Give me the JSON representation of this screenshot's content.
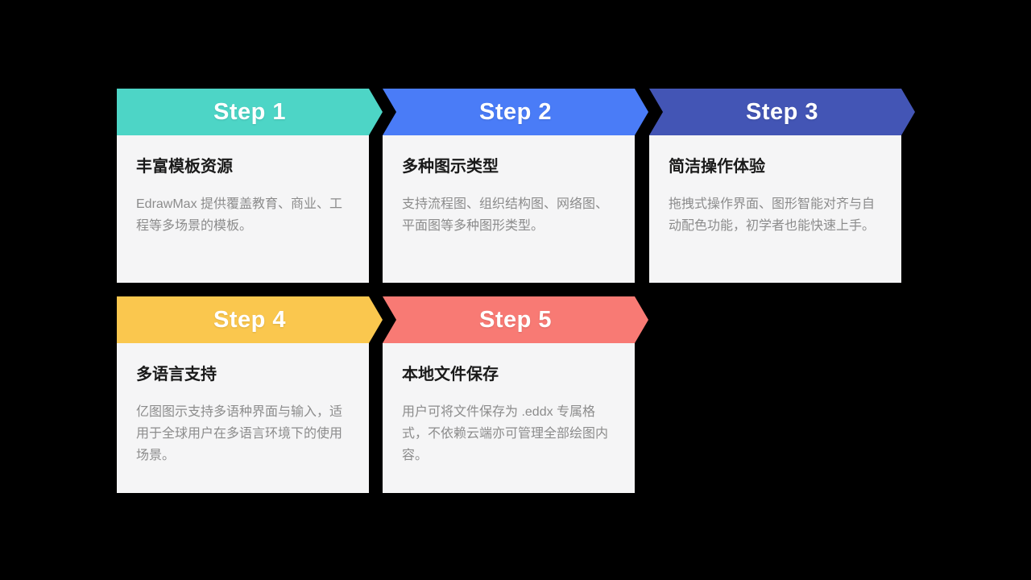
{
  "page": {
    "background_color": "#000000",
    "body_background_color": "#F5F5F6",
    "title_text_color": "#1A1A1A",
    "description_text_color": "#8C8C8C",
    "step_text_color": "#FFFFFF"
  },
  "cards": [
    {
      "step": "Step 1",
      "color": "#4DD5C6",
      "title": "丰富模板资源",
      "description": "EdrawMax 提供覆盖教育、商业、工程等多场景的模板。"
    },
    {
      "step": "Step 2",
      "color": "#4A7CF7",
      "title": "多种图示类型",
      "description": "支持流程图、组织结构图、网络图、平面图等多种图形类型。"
    },
    {
      "step": "Step 3",
      "color": "#4355B5",
      "title": "简洁操作体验",
      "description": "拖拽式操作界面、图形智能对齐与自动配色功能，初学者也能快速上手。"
    },
    {
      "step": "Step 4",
      "color": "#FAC74E",
      "title": "多语言支持",
      "description": "亿图图示支持多语种界面与输入，适用于全球用户在多语言环境下的使用场景。"
    },
    {
      "step": "Step 5",
      "color": "#F87A74",
      "title": "本地文件保存",
      "description": "用户可将文件保存为 .eddx 专属格式，不依赖云端亦可管理全部绘图内容。"
    }
  ]
}
